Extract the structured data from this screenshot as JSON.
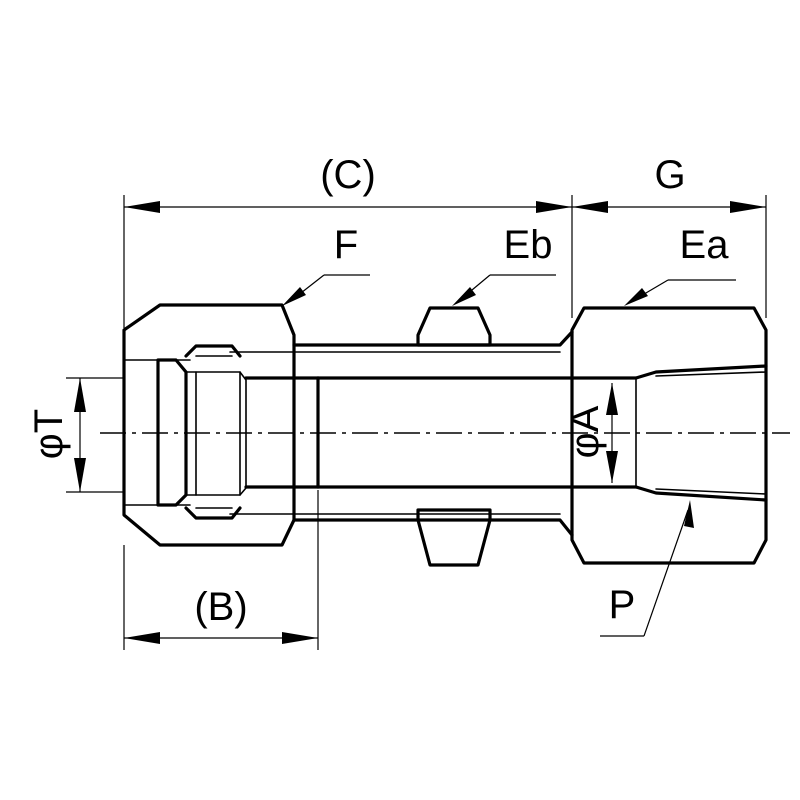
{
  "labels": {
    "C": "(C)",
    "G": "G",
    "F": "F",
    "Eb": "Eb",
    "Ea": "Ea",
    "phiT": "φT",
    "phiA": "φA",
    "B": "(B)",
    "P": "P"
  },
  "colors": {
    "line": "#000000",
    "background": "#ffffff"
  }
}
